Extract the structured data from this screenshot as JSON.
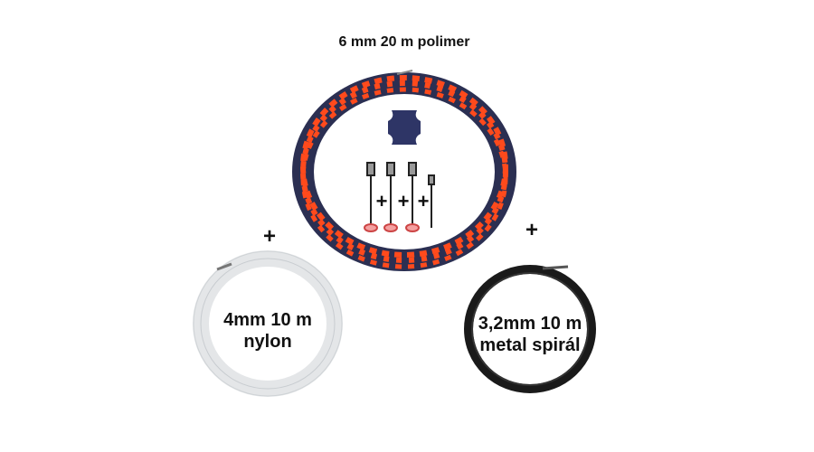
{
  "title": "6 mm 20 m polimer",
  "nylon": {
    "line1": "4mm 10 m",
    "line2": "nylon"
  },
  "metal": {
    "line1": "3,2mm 10 m",
    "line2": "metal spirál"
  },
  "plus": "+",
  "colors": {
    "orange": "#ff4a1c",
    "navy": "#2b2f52",
    "nylon": "#e6e8ea",
    "metal": "#1a1a1a"
  }
}
